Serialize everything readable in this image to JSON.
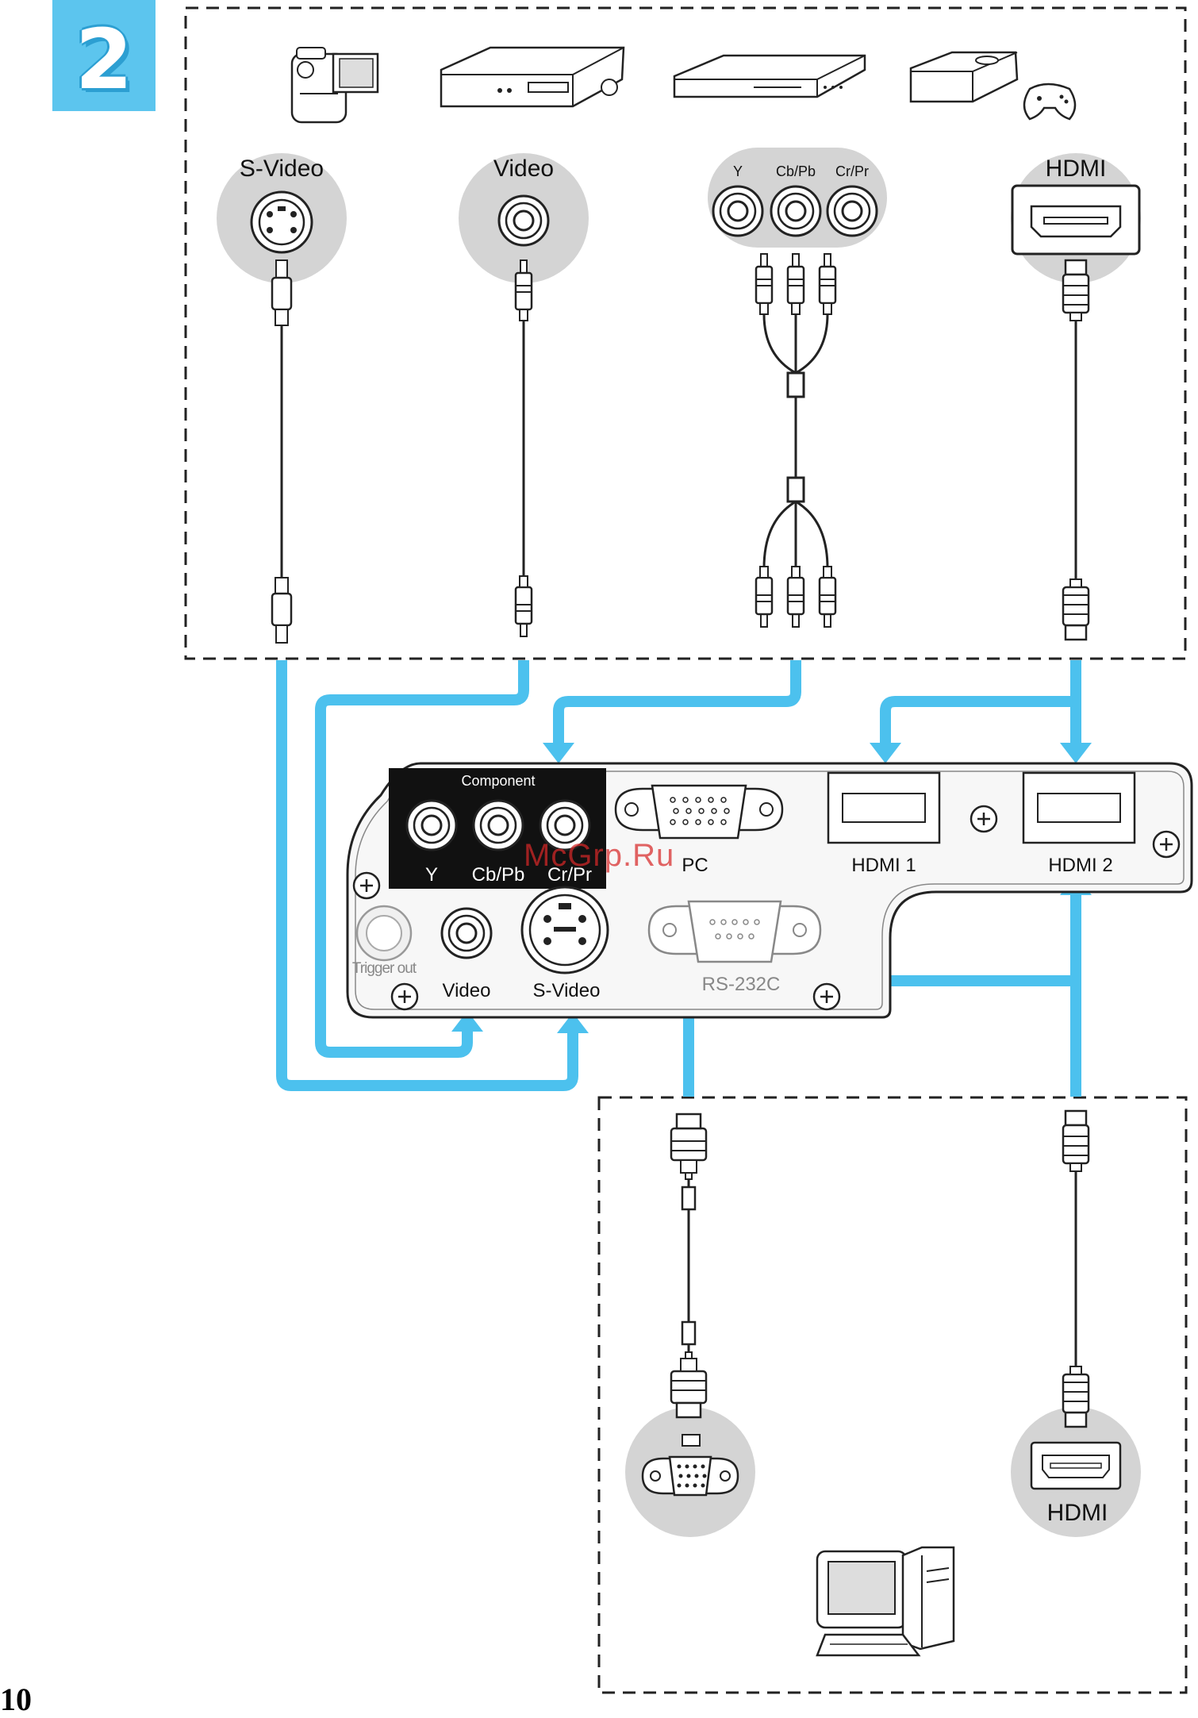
{
  "page": {
    "step_number": "2",
    "page_number": "10",
    "watermark": "McGrp.Ru"
  },
  "colors": {
    "accent": "#5cc5ee",
    "accent_dark": "#2c9fd2",
    "cable_arrow": "#4cc1ee",
    "port_bubble": "#d4d4d4",
    "panel_fill": "#f7f7f7",
    "line": "#222222"
  },
  "sources": {
    "svideo_label": "S-Video",
    "video_label": "Video",
    "component_y": "Y",
    "component_cb": "Cb/Pb",
    "component_cr": "Cr/Pr",
    "hdmi_label": "HDMI"
  },
  "devices": [
    {
      "name": "camcorder-icon"
    },
    {
      "name": "vcr-icon"
    },
    {
      "name": "dvd-player-icon"
    },
    {
      "name": "game-console-icon"
    },
    {
      "name": "desktop-computer-icon"
    }
  ],
  "panel": {
    "component_title": "Component",
    "y": "Y",
    "cb": "Cb/Pb",
    "cr": "Cr/Pr",
    "pc": "PC",
    "hdmi1": "HDMI 1",
    "hdmi2": "HDMI 2",
    "trigger_out": "Trigger out",
    "video": "Video",
    "svideo": "S-Video",
    "rs232c": "RS-232C"
  },
  "computer": {
    "hdmi_label": "HDMI"
  }
}
